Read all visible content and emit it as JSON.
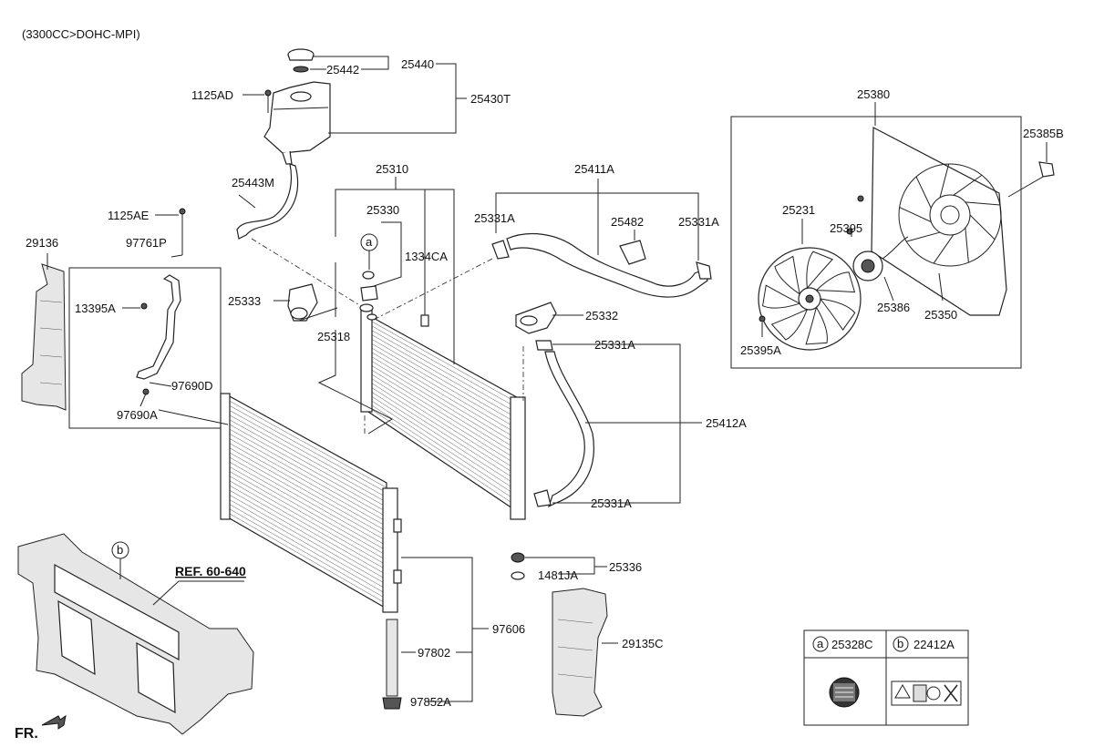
{
  "header": {
    "engine_note": "(3300CC>DOHC-MPI)"
  },
  "callouts": {
    "p25440": "25440",
    "p25442": "25442",
    "p1125AD": "1125AD",
    "p25430T": "25430T",
    "p25443M": "25443M",
    "p1125AE": "1125AE",
    "p97761P": "97761P",
    "p29136": "29136",
    "p13395A": "13395A",
    "p97690D": "97690D",
    "p97690A": "97690A",
    "p25310": "25310",
    "p25330": "25330",
    "p1334CA": "1334CA",
    "p25333": "25333",
    "p25318": "25318",
    "p25411A": "25411A",
    "p25331A_1": "25331A",
    "p25331A_2": "25331A",
    "p25482": "25482",
    "p25332": "25332",
    "p25331A_3": "25331A",
    "p25412A": "25412A",
    "p25331A_4": "25331A",
    "p25336": "25336",
    "p1481JA": "1481JA",
    "p97606": "97606",
    "p97802": "97802",
    "p97852A": "97852A",
    "p29135C": "29135C",
    "p25380": "25380",
    "p25385B": "25385B",
    "p25231": "25231",
    "p25395": "25395",
    "p25386": "25386",
    "p25350": "25350",
    "p25395A": "25395A"
  },
  "circle_refs": {
    "a": "a",
    "b": "b"
  },
  "ref_note": "REF. 60-640",
  "fr_label": "FR.",
  "legend": {
    "a_letter": "a",
    "a_part": "25328C",
    "b_letter": "b",
    "b_part": "22412A"
  }
}
